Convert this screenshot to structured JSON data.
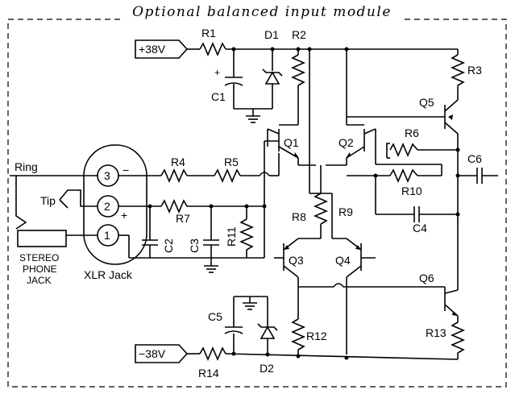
{
  "title": "Optional balanced input module",
  "supply": {
    "positive": "+38V",
    "negative": "−38V"
  },
  "resistors": [
    "R1",
    "R2",
    "R3",
    "R4",
    "R5",
    "R6",
    "R7",
    "R8",
    "R9",
    "R10",
    "R11",
    "R12",
    "R13",
    "R14"
  ],
  "capacitors": [
    "C1",
    "C2",
    "C3",
    "C4",
    "C5",
    "C6"
  ],
  "diodes": [
    "D1",
    "D2"
  ],
  "transistors": [
    "Q1",
    "Q2",
    "Q3",
    "Q4",
    "Q5",
    "Q6"
  ],
  "connector": {
    "ring_label": "Ring",
    "tip_label": "Tip",
    "pins": [
      "3",
      "2",
      "1"
    ],
    "minus": "−",
    "plus": "+",
    "stereo_jack_label": [
      "STEREO",
      "PHONE",
      "JACK"
    ],
    "xlr_label": "XLR Jack"
  }
}
